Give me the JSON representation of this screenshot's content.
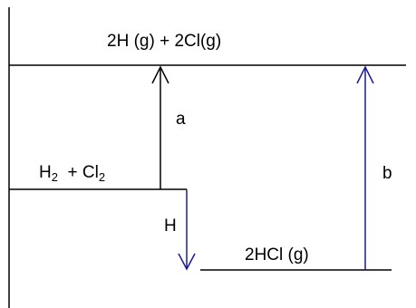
{
  "diagram": {
    "top_level_label": "2H (g) + 2Cl(g)",
    "reactants": {
      "h_base": "H",
      "h_sub": "2",
      "plus": "+ Cl",
      "cl_sub": "2"
    },
    "product_label": "2HCl (g)",
    "arrow_a_label": "a",
    "arrow_b_label": "b",
    "arrow_h_label": "H",
    "colors": {
      "line": "#000000",
      "blue": "#1a1a99"
    }
  }
}
